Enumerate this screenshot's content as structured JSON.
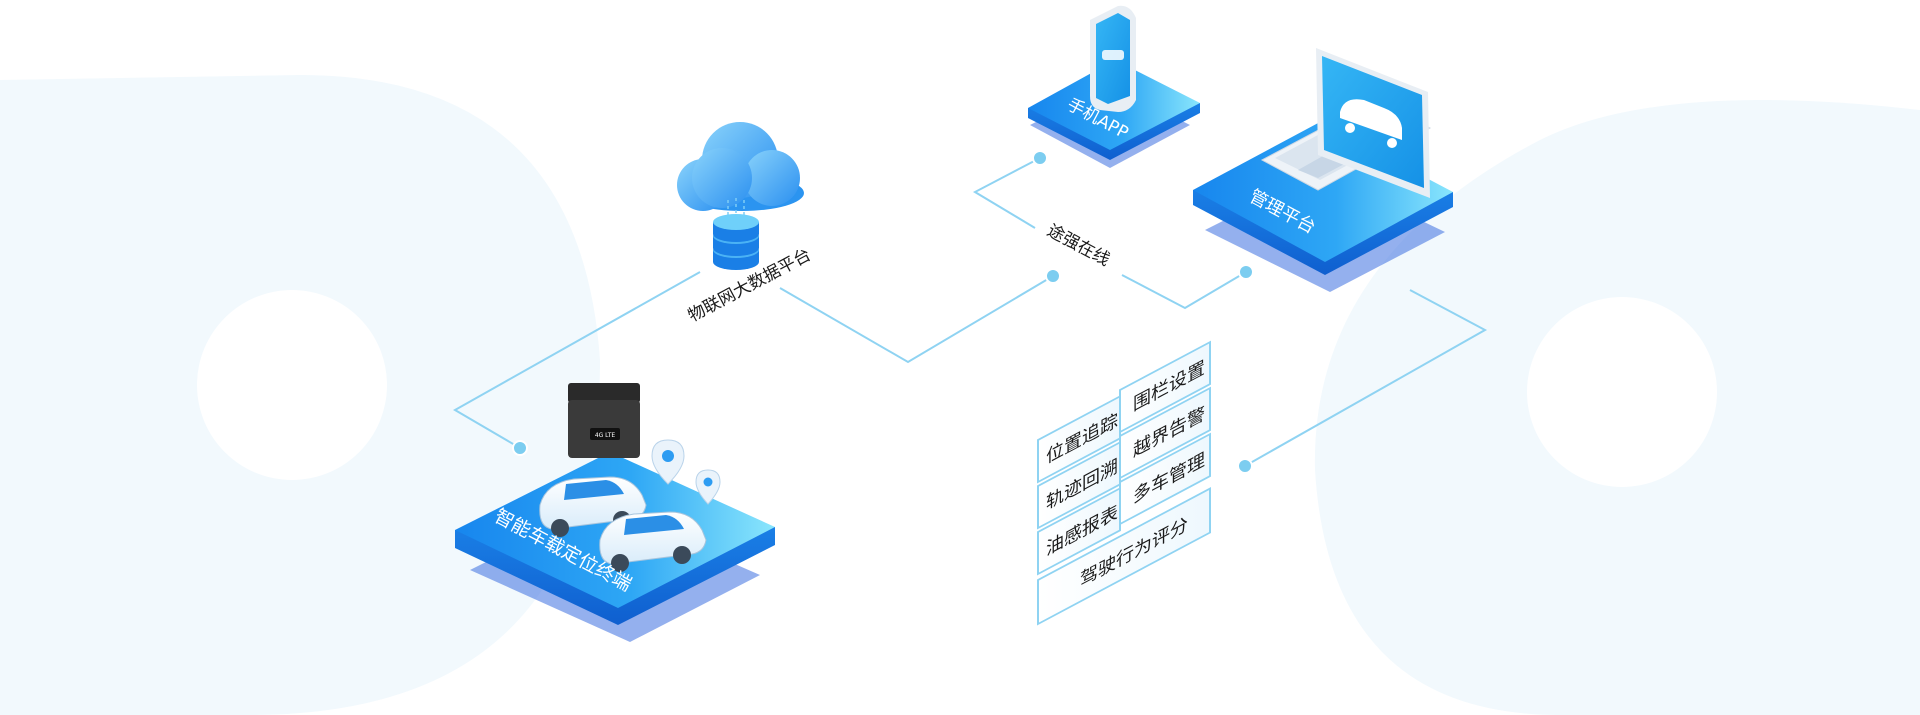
{
  "platform_label": "物联网大数据平台",
  "network_label": "途强在线",
  "app_label": "手机APP",
  "mgmt_label": "管理平台",
  "terminal_label": "智能车载定位终端",
  "device_badge": "4G LTE",
  "features": {
    "fence": "围栏设置",
    "track": "位置追踪",
    "alarm": "越界告警",
    "playback": "轨迹回溯",
    "multi": "多车管理",
    "oil": "油感报表",
    "score": "驾驶行为评分"
  },
  "colors": {
    "primary": "#1a8ff0",
    "primary_light": "#6fd8fb",
    "line": "#8fd3f2",
    "bg_shape": "#f2f9fd",
    "text_dark": "#1a1a1a"
  }
}
